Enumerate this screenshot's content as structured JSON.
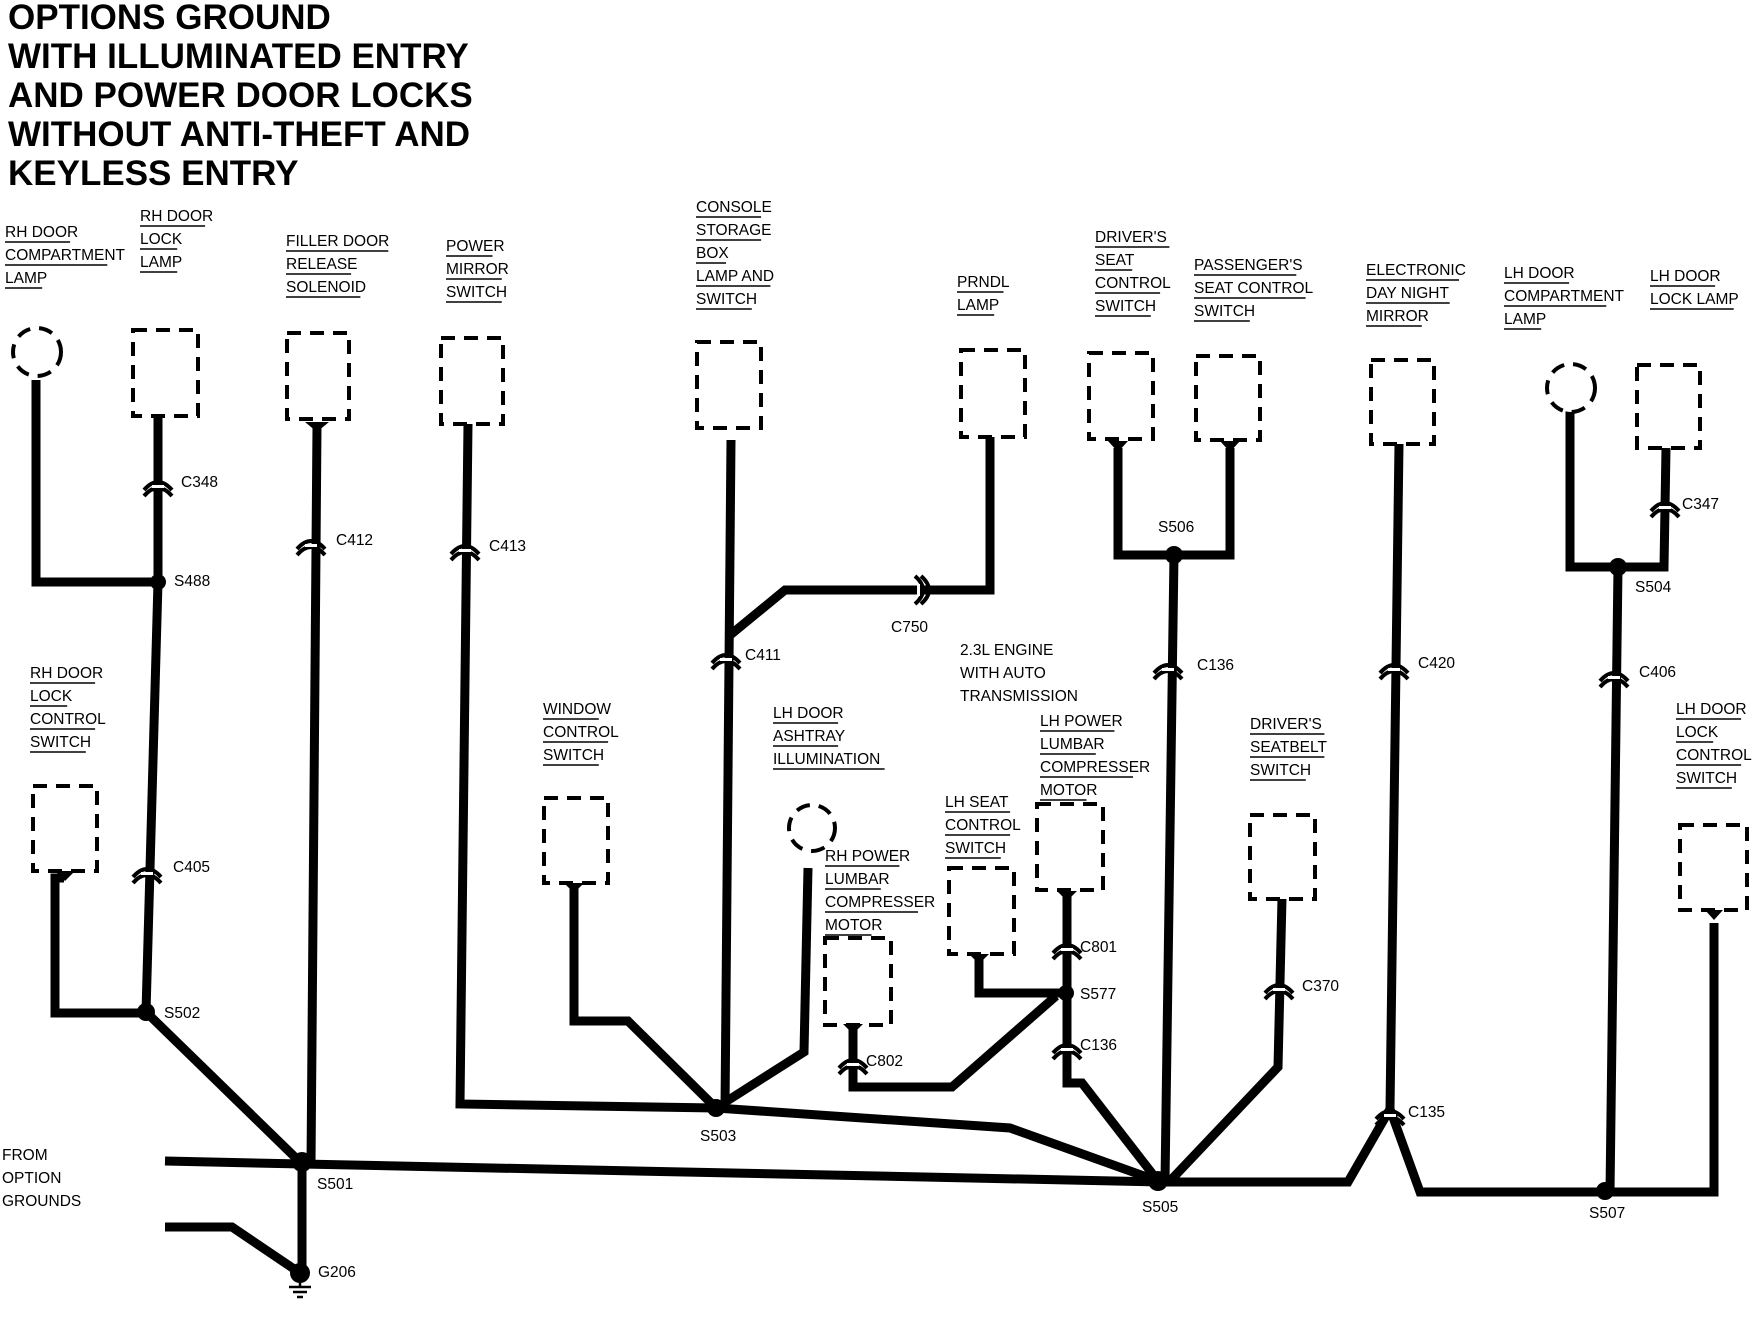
{
  "title": [
    "OPTIONS GROUND",
    "WITH ILLUMINATED ENTRY",
    "AND POWER DOOR LOCKS",
    "WITHOUT ANTI-THEFT AND",
    "KEYLESS ENTRY"
  ],
  "components": [
    {
      "id": "rh-door-compartment-lamp",
      "lines": [
        "RH DOOR",
        "COMPARTMENT",
        "LAMP"
      ]
    },
    {
      "id": "rh-door-lock-lamp",
      "lines": [
        "RH DOOR",
        "LOCK",
        "LAMP"
      ]
    },
    {
      "id": "filler-door-release-solenoid",
      "lines": [
        "FILLER DOOR",
        "RELEASE",
        "SOLENOID"
      ]
    },
    {
      "id": "power-mirror-switch",
      "lines": [
        "POWER",
        "MIRROR",
        "SWITCH"
      ]
    },
    {
      "id": "console-storage-box-lamp-and-switch",
      "lines": [
        "CONSOLE",
        "STORAGE",
        "BOX",
        "LAMP AND",
        "SWITCH"
      ]
    },
    {
      "id": "prndl-lamp",
      "lines": [
        "PRNDL",
        "LAMP"
      ]
    },
    {
      "id": "drivers-seat-control-switch",
      "lines": [
        "DRIVER'S",
        "SEAT",
        "CONTROL",
        "SWITCH"
      ]
    },
    {
      "id": "passengers-seat-control-switch",
      "lines": [
        "PASSENGER'S",
        "SEAT CONTROL",
        "SWITCH"
      ]
    },
    {
      "id": "electronic-day-night-mirror",
      "lines": [
        "ELECTRONIC",
        "DAY NIGHT",
        "MIRROR"
      ]
    },
    {
      "id": "lh-door-compartment-lamp",
      "lines": [
        "LH DOOR",
        "COMPARTMENT",
        "LAMP"
      ]
    },
    {
      "id": "lh-door-lock-lamp",
      "lines": [
        "LH DOOR",
        "LOCK LAMP"
      ]
    },
    {
      "id": "rh-door-lock-control-switch",
      "lines": [
        "RH DOOR",
        "LOCK",
        "CONTROL",
        "SWITCH"
      ]
    },
    {
      "id": "window-control-switch",
      "lines": [
        "WINDOW",
        "CONTROL",
        "SWITCH"
      ]
    },
    {
      "id": "lh-door-ashtray-illumination",
      "lines": [
        "LH DOOR",
        "ASHTRAY",
        "ILLUMINATION"
      ]
    },
    {
      "id": "rh-power-lumbar-compresser-motor",
      "lines": [
        "RH POWER",
        "LUMBAR",
        "COMPRESSER",
        "MOTOR"
      ]
    },
    {
      "id": "lh-seat-control-switch",
      "lines": [
        "LH SEAT",
        "CONTROL",
        "SWITCH"
      ]
    },
    {
      "id": "lh-power-lumbar-compresser-motor",
      "lines": [
        "LH POWER",
        "LUMBAR",
        "COMPRESSER",
        "MOTOR"
      ]
    },
    {
      "id": "drivers-seatbelt-switch",
      "lines": [
        "DRIVER'S",
        "SEATBELT",
        "SWITCH"
      ]
    },
    {
      "id": "lh-door-lock-control-switch",
      "lines": [
        "LH DOOR",
        "LOCK",
        "CONTROL",
        "SWITCH"
      ]
    }
  ],
  "engine_note": [
    "2.3L ENGINE",
    "WITH AUTO",
    "TRANSMISSION"
  ],
  "source_label": [
    "FROM",
    "OPTION",
    "GROUNDS"
  ],
  "connectors": [
    "C348",
    "C412",
    "C413",
    "C411",
    "C750",
    "C136",
    "C420",
    "C347",
    "C406",
    "C405",
    "C801",
    "C802",
    "C370",
    "C136",
    "C135"
  ],
  "splices": [
    "S488",
    "S506",
    "S504",
    "S502",
    "S577",
    "S503",
    "S501",
    "S505",
    "S507"
  ],
  "ground": "G206"
}
